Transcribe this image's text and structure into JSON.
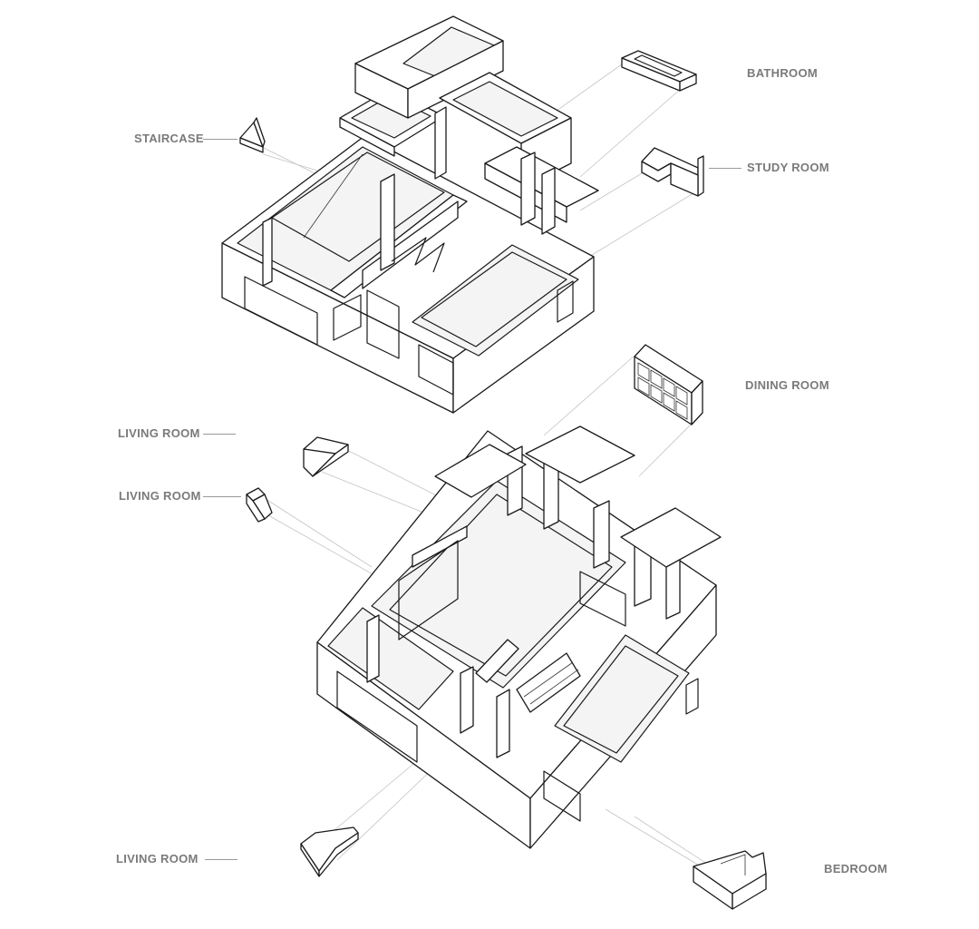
{
  "labels": {
    "bathroom": "BATHROOM",
    "staircase": "STAIRCASE",
    "study_room": "STUDY ROOM",
    "dining_room": "DINING ROOM",
    "living_room_1": "LIVING ROOM",
    "living_room_2": "LIVING ROOM",
    "living_room_3": "LIVING ROOM",
    "bedroom": "BEDROOM"
  },
  "colors": {
    "label_text": "#7a7a7a",
    "linework": "#1a1a1a",
    "projection_lines": "#c4c4c4",
    "background": "#ffffff"
  }
}
